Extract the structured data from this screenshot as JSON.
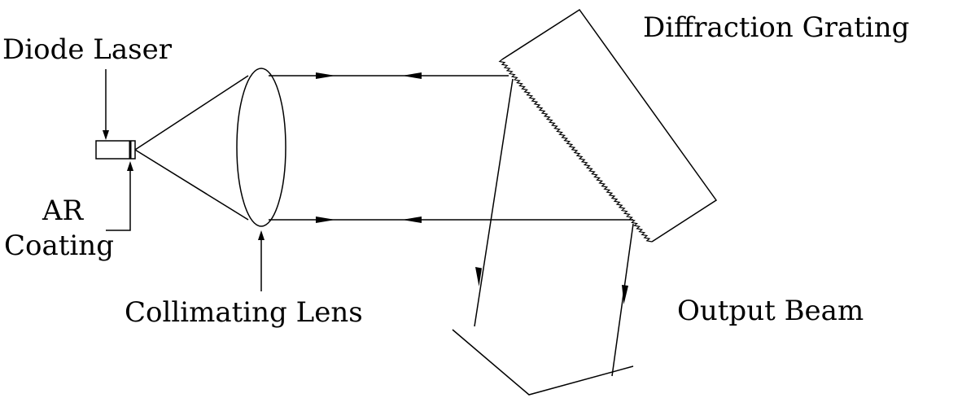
{
  "labels": {
    "diode_laser": "Diode Laser",
    "ar_coating_line1": "AR",
    "ar_coating_line2": "Coating",
    "collimating_lens": "Collimating Lens",
    "diffraction_grating": "Diffraction Grating",
    "output_beam": "Output Beam"
  }
}
